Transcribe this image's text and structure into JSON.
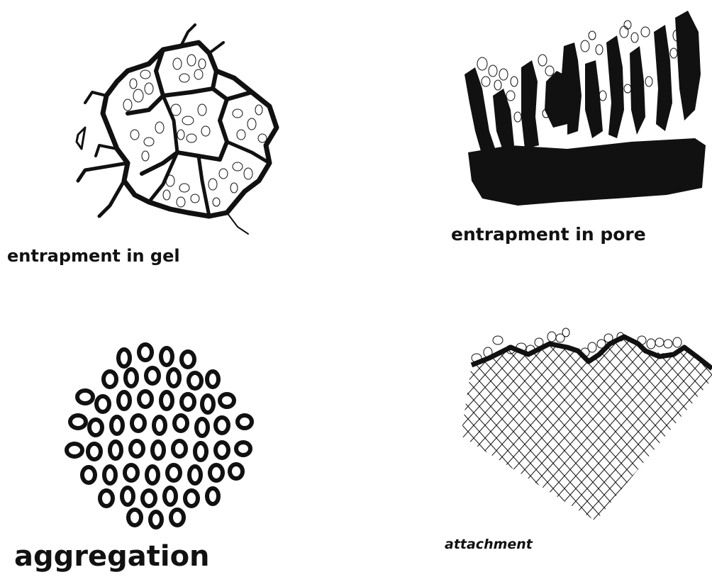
{
  "figure": {
    "panels": [
      {
        "id": "gel",
        "label": "entrapment in gel",
        "icon": "gel-matrix-illustration"
      },
      {
        "id": "pore",
        "label": "entrapment in pore",
        "icon": "porous-support-illustration"
      },
      {
        "id": "aggregation",
        "label": "aggregation",
        "icon": "cell-aggregate-illustration"
      },
      {
        "id": "attachment",
        "label": "attachment",
        "icon": "surface-attachment-illustration"
      }
    ]
  }
}
